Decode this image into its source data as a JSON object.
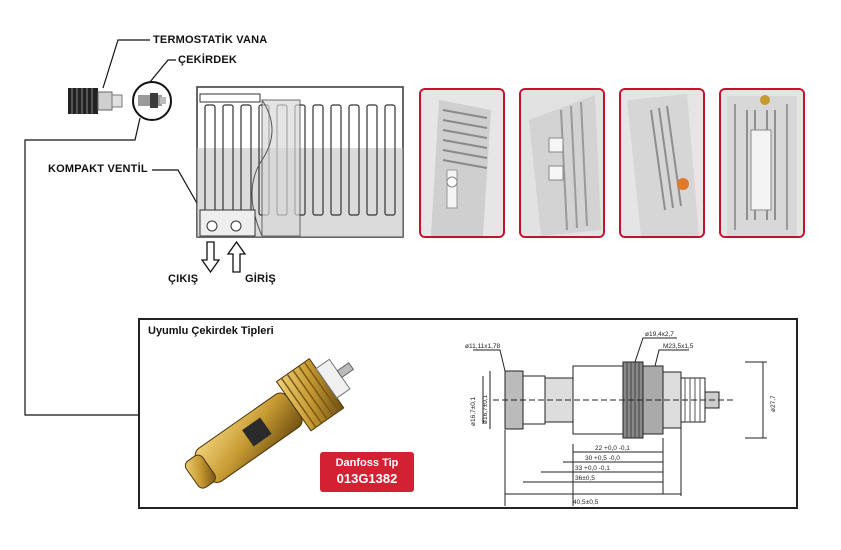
{
  "labels": {
    "thermostatic_valve": "TERMOSTATİK VANA",
    "core": "ÇEKİRDEK",
    "compact_valve": "KOMPAKT VENTİL",
    "outlet": "ÇIKIŞ",
    "inlet": "GİRİŞ"
  },
  "panel": {
    "title": "Uyumlu Çekirdek Tipleri",
    "badge_line1": "Danfoss Tip",
    "badge_line2": "013G1382"
  },
  "dimensions": {
    "d1": "ø11,11x1,78",
    "d2": "ø19,4x2,7",
    "d3": "M23,5x1,5",
    "d4": "ø16,7±0,1",
    "d5": "ø16,7±0,1",
    "d6": "ø27,7",
    "len1": "22 +0,0 -0,1",
    "len2": "30 +0,5 -0,0",
    "len3": "33 +0,0 -0,1",
    "len4": "36±0,5",
    "len5": "40,5±0,5"
  },
  "colors": {
    "accent_red": "#d32032",
    "photo_border": "#c8102e",
    "brass": "#c79a32"
  }
}
